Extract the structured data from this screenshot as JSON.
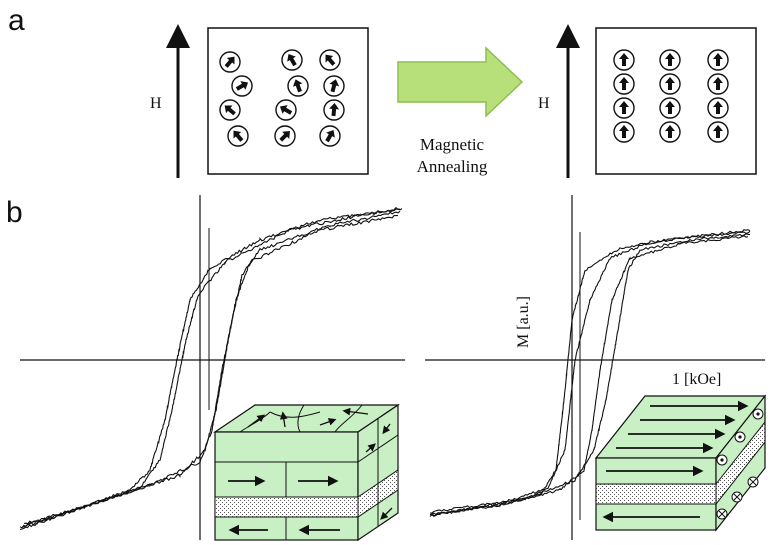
{
  "panel_a": {
    "label": "a",
    "field_label_left": "H",
    "field_label_right": "H",
    "process_line1": "Magnetic",
    "process_line2": "Annealing",
    "arrow_color": "#b8e07a",
    "before_moments": "random",
    "after_moments": "aligned-up"
  },
  "panel_b": {
    "label": "b",
    "ylabel": "M [a.u.]",
    "xscale_label": "1 [kOe]",
    "block_color": "#c9efc4",
    "left_loop": "wide-sheared-hysteresis",
    "right_loop": "square-hysteresis-after-annealing"
  }
}
